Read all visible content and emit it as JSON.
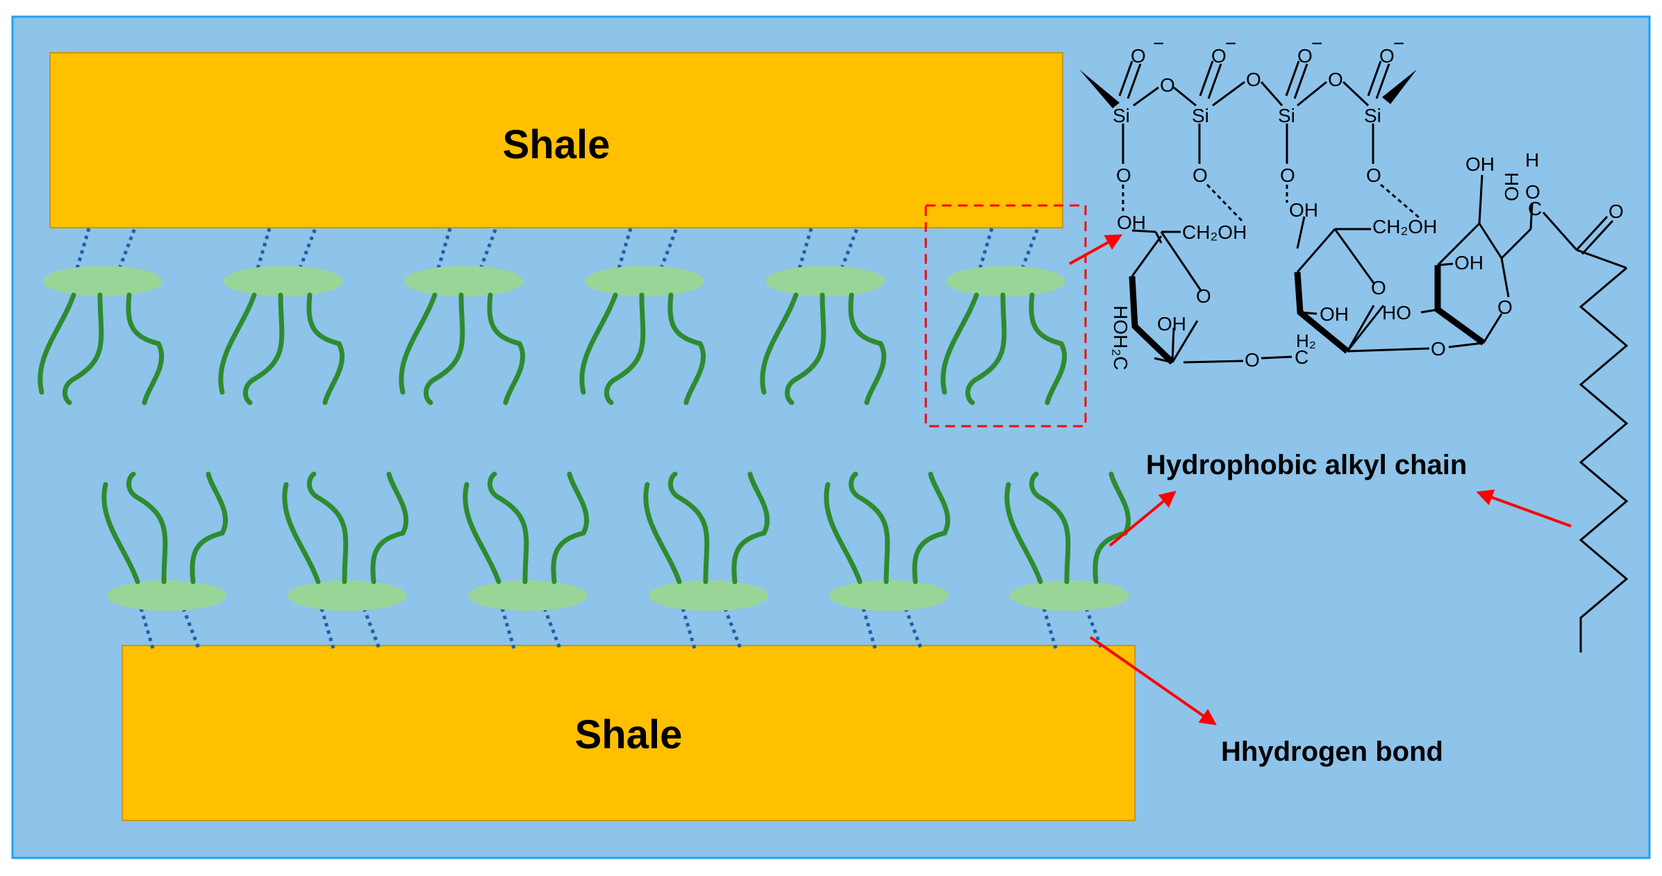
{
  "colors": {
    "frame_border": "#1da1f2",
    "background": "#8ec3ea",
    "shale_fill": "#ffc000",
    "shale_stroke": "#c99700",
    "head_fill": "#9ad598",
    "tail_stroke": "#2e8b2e",
    "hbond_stroke": "#1f5fa8",
    "arrow": "#ff0000",
    "highlight_box": "#ff0000",
    "molecule": "#000000"
  },
  "labels": {
    "shale_top": "Shale",
    "shale_bottom": "Shale",
    "hydrophobic": "Hydrophobic alkyl chain",
    "hbond": "Hhydrogen bond"
  },
  "molecule": {
    "si_atoms": [
      "Si",
      "Si",
      "Si",
      "Si"
    ],
    "oxo_labels": [
      "O",
      "O",
      "O",
      "O"
    ],
    "oxo_charges": [
      "−",
      "−",
      "−",
      "−"
    ],
    "bridge_oxygens": [
      "O",
      "O",
      "O"
    ],
    "lower_oxygens": [
      "O",
      "O",
      "O",
      "O"
    ],
    "groups": {
      "oh_1": "OH",
      "ch2oh_1": "CH₂OH",
      "ring_o_1": "O",
      "oh_ring1": "OH",
      "hoh2c": "HOH₂C",
      "oh_2": "OH",
      "ch2oh_2": "CH₂OH",
      "ring_o_2": "O",
      "oh_ring2": "OH",
      "h2": "H₂",
      "c_link": "C",
      "o_link_1": "O",
      "o_link_2": "O",
      "oh_3": "OH",
      "oh_ring3": "OH",
      "ho_ring3": "HO",
      "ring_o_3": "O",
      "oh_top": "OH",
      "h_chain": "H",
      "o_chain": "O",
      "c_chain": "C",
      "carbonyl_o": "O"
    }
  }
}
